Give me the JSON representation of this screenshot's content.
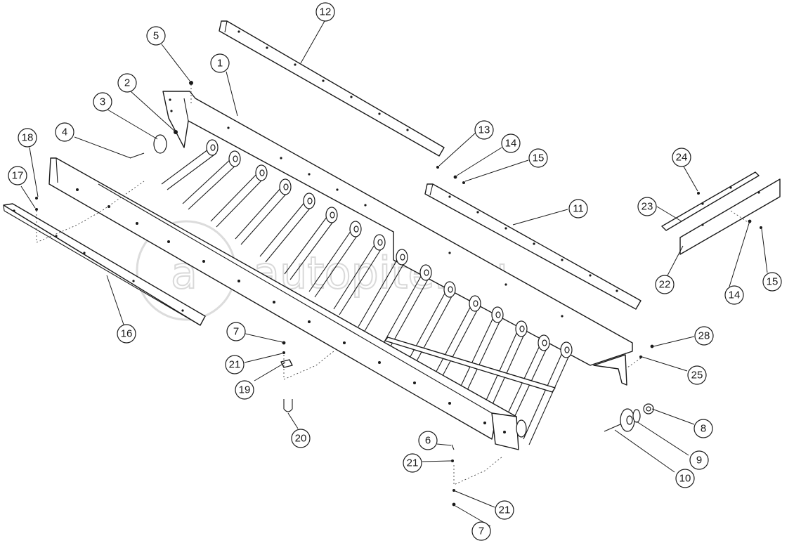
{
  "watermark": {
    "text": "autopiter.ru",
    "logo_letter": "a"
  },
  "callouts": [
    {
      "id": "c1",
      "label": "1"
    },
    {
      "id": "c2",
      "label": "2"
    },
    {
      "id": "c3",
      "label": "3"
    },
    {
      "id": "c4",
      "label": "4"
    },
    {
      "id": "c5",
      "label": "5"
    },
    {
      "id": "c6",
      "label": "6"
    },
    {
      "id": "c7a",
      "label": "7"
    },
    {
      "id": "c7b",
      "label": "7"
    },
    {
      "id": "c8",
      "label": "8"
    },
    {
      "id": "c9",
      "label": "9"
    },
    {
      "id": "c10",
      "label": "10"
    },
    {
      "id": "c11",
      "label": "11"
    },
    {
      "id": "c12",
      "label": "12"
    },
    {
      "id": "c13",
      "label": "13"
    },
    {
      "id": "c14a",
      "label": "14"
    },
    {
      "id": "c14b",
      "label": "14"
    },
    {
      "id": "c15a",
      "label": "15"
    },
    {
      "id": "c15b",
      "label": "15"
    },
    {
      "id": "c16",
      "label": "16"
    },
    {
      "id": "c17",
      "label": "17"
    },
    {
      "id": "c18",
      "label": "18"
    },
    {
      "id": "c19",
      "label": "19"
    },
    {
      "id": "c20",
      "label": "20"
    },
    {
      "id": "c21a",
      "label": "21"
    },
    {
      "id": "c21b",
      "label": "21"
    },
    {
      "id": "c21c",
      "label": "21"
    },
    {
      "id": "c22",
      "label": "22"
    },
    {
      "id": "c23",
      "label": "23"
    },
    {
      "id": "c24",
      "label": "24"
    },
    {
      "id": "c25",
      "label": "25"
    },
    {
      "id": "c28",
      "label": "28"
    }
  ]
}
